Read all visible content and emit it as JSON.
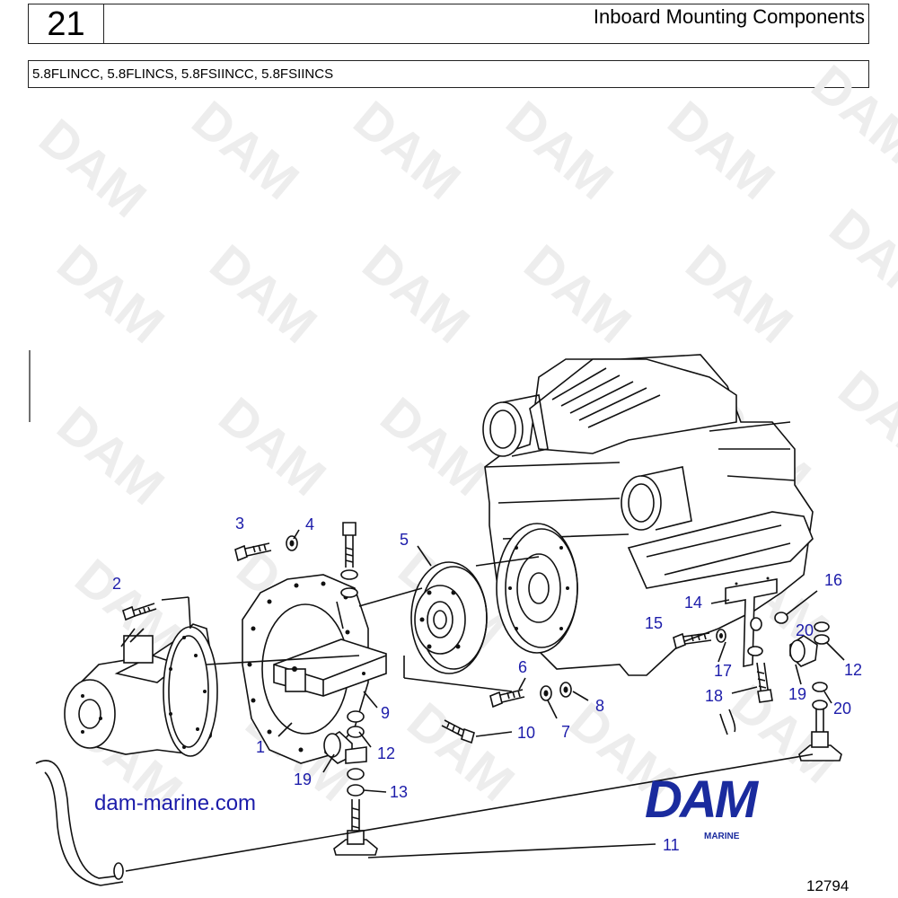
{
  "header": {
    "page_number": "21",
    "title": "Inboard Mounting Components"
  },
  "models": "5.8FLINCC, 5.8FLINCS, 5.8FSIINCC, 5.8FSIINCS",
  "watermark_text": "DAM",
  "callouts": {
    "c1": "1",
    "c2": "2",
    "c3": "3",
    "c4": "4",
    "c5": "5",
    "c6": "6",
    "c7": "7",
    "c8": "8",
    "c9": "9",
    "c10": "10",
    "c11": "11",
    "c12a": "12",
    "c12b": "12",
    "c13": "13",
    "c14": "14",
    "c15": "15",
    "c16": "16",
    "c17": "17",
    "c18": "18",
    "c19a": "19",
    "c19b": "19",
    "c20a": "20",
    "c20b": "20"
  },
  "website": "dam-marine.com",
  "brand": {
    "logo": "DAM",
    "sub": "MARINE"
  },
  "drawing_number": "12794",
  "colors": {
    "callout": "#1c1caa",
    "brand": "#1a2b9e"
  }
}
